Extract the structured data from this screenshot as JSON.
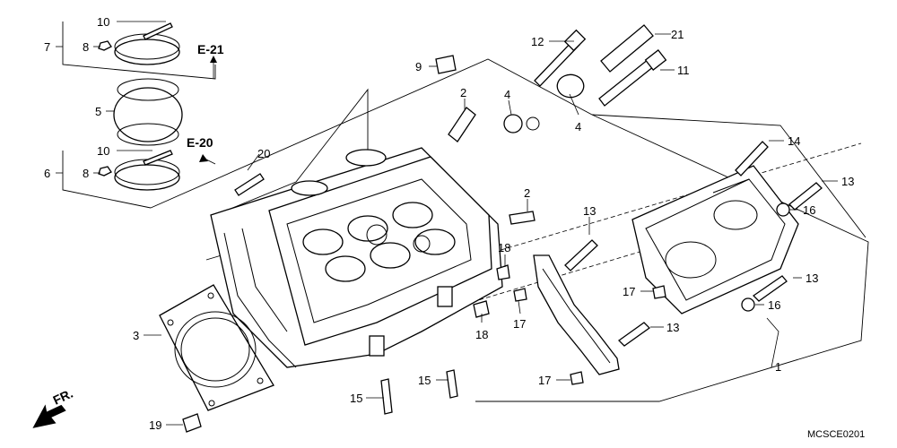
{
  "callouts": [
    {
      "label": "1"
    },
    {
      "label": "2"
    },
    {
      "label": "2"
    },
    {
      "label": "3"
    },
    {
      "label": "4"
    },
    {
      "label": "4"
    },
    {
      "label": "5"
    },
    {
      "label": "6"
    },
    {
      "label": "7"
    },
    {
      "label": "8"
    },
    {
      "label": "8"
    },
    {
      "label": "9"
    },
    {
      "label": "10"
    },
    {
      "label": "10"
    },
    {
      "label": "11"
    },
    {
      "label": "12"
    },
    {
      "label": "13"
    },
    {
      "label": "13"
    },
    {
      "label": "13"
    },
    {
      "label": "13"
    },
    {
      "label": "14"
    },
    {
      "label": "15"
    },
    {
      "label": "15"
    },
    {
      "label": "16"
    },
    {
      "label": "16"
    },
    {
      "label": "17"
    },
    {
      "label": "17"
    },
    {
      "label": "17"
    },
    {
      "label": "18"
    },
    {
      "label": "18"
    },
    {
      "label": "19"
    },
    {
      "label": "20"
    },
    {
      "label": "21"
    }
  ],
  "references": {
    "e21": "E-21",
    "e20": "E-20"
  },
  "direction": {
    "label": "FR."
  },
  "diagram_code": "MCSCE0201"
}
